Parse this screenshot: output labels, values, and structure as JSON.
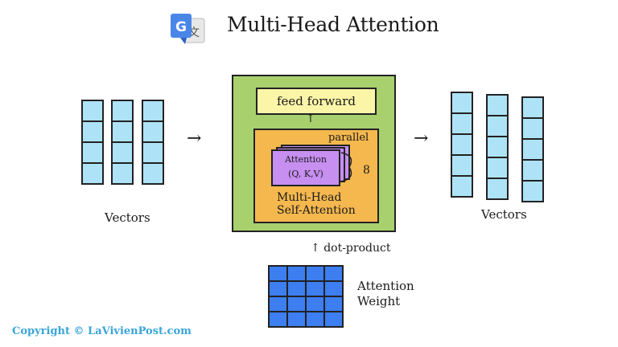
{
  "title": "Multi-Head Attention",
  "logo_icon": "google-translate-icon",
  "input_label": "Vectors",
  "output_label": "Vectors",
  "feed_forward_label": "feed forward",
  "parallel_label": "parallel",
  "head_count": "8",
  "attention_head": {
    "line1": "Attention",
    "line2": "(Q, K,V)"
  },
  "mhsa_label": {
    "line1": "Multi-Head",
    "line2": "Self-Attention"
  },
  "dot_product_label": "dot-product",
  "attention_weight_label": {
    "line1": "Attention",
    "line2": "Weight"
  },
  "copyright": "Copyright © LaVivienPost.com",
  "colors": {
    "vector_cell": "#aee3f7",
    "encoder": "#a8d16e",
    "feed_forward": "#fbf5a8",
    "mhsa": "#f5b84e",
    "attention_head": "#c68ff0",
    "weight_grid": "#3d7ef0",
    "copyright": "#3aa5d8"
  }
}
